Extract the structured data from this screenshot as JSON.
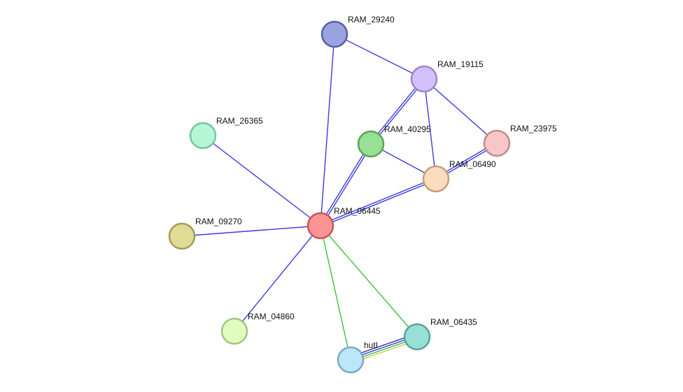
{
  "network": {
    "edge_colors": {
      "blue": "#3b3be0",
      "green": "#3cc03c",
      "yellow": "#c8c850",
      "navy": "#2a2a8a"
    },
    "nodes": [
      {
        "id": "RAM_29240",
        "label": "RAM_29240",
        "fill": "#9aa3e0",
        "stroke": "#5560a8"
      },
      {
        "id": "RAM_19115",
        "label": "RAM_19115",
        "fill": "#d4c0fc",
        "stroke": "#9a86cc"
      },
      {
        "id": "RAM_26365",
        "label": "RAM_26365",
        "fill": "#b6f5d6",
        "stroke": "#78c49c"
      },
      {
        "id": "RAM_40295",
        "label": "RAM_40295",
        "fill": "#98e094",
        "stroke": "#5aa456"
      },
      {
        "id": "RAM_23975",
        "label": "RAM_23975",
        "fill": "#f8c6c8",
        "stroke": "#c08a8c"
      },
      {
        "id": "RAM_06490",
        "label": "RAM_06490",
        "fill": "#fbdcbc",
        "stroke": "#c49e7c"
      },
      {
        "id": "RAM_06445",
        "label": "RAM_06445",
        "fill": "#fb9494",
        "stroke": "#c45656"
      },
      {
        "id": "RAM_09270",
        "label": "RAM_09270",
        "fill": "#e0dc96",
        "stroke": "#a09c5a"
      },
      {
        "id": "RAM_04860",
        "label": "RAM_04860",
        "fill": "#e0fcbe",
        "stroke": "#a0c484"
      },
      {
        "id": "RAM_06435",
        "label": "RAM_06435",
        "fill": "#98e0d6",
        "stroke": "#58a49a"
      },
      {
        "id": "hutI",
        "label": "hutI",
        "fill": "#bce6fc",
        "stroke": "#7ea8c4"
      }
    ],
    "edges": [
      {
        "source": "RAM_29240",
        "target": "RAM_19115",
        "colors": [
          "blue"
        ]
      },
      {
        "source": "RAM_29240",
        "target": "RAM_06445",
        "colors": [
          "blue"
        ]
      },
      {
        "source": "RAM_19115",
        "target": "RAM_40295",
        "colors": [
          "blue",
          "blue"
        ]
      },
      {
        "source": "RAM_19115",
        "target": "RAM_06490",
        "colors": [
          "blue"
        ]
      },
      {
        "source": "RAM_19115",
        "target": "RAM_23975",
        "colors": [
          "blue"
        ]
      },
      {
        "source": "RAM_40295",
        "target": "RAM_06490",
        "colors": [
          "blue"
        ]
      },
      {
        "source": "RAM_40295",
        "target": "RAM_06445",
        "colors": [
          "blue",
          "blue"
        ]
      },
      {
        "source": "RAM_23975",
        "target": "RAM_06490",
        "colors": [
          "blue",
          "blue"
        ]
      },
      {
        "source": "RAM_06490",
        "target": "RAM_06445",
        "colors": [
          "blue",
          "blue"
        ]
      },
      {
        "source": "RAM_26365",
        "target": "RAM_06445",
        "colors": [
          "blue"
        ]
      },
      {
        "source": "RAM_09270",
        "target": "RAM_06445",
        "colors": [
          "blue"
        ]
      },
      {
        "source": "RAM_04860",
        "target": "RAM_06445",
        "colors": [
          "blue"
        ]
      },
      {
        "source": "RAM_06445",
        "target": "RAM_06435",
        "colors": [
          "green"
        ]
      },
      {
        "source": "RAM_06445",
        "target": "hutI",
        "colors": [
          "green"
        ]
      },
      {
        "source": "RAM_06435",
        "target": "hutI",
        "colors": [
          "yellow",
          "green",
          "blue",
          "navy"
        ]
      }
    ]
  }
}
